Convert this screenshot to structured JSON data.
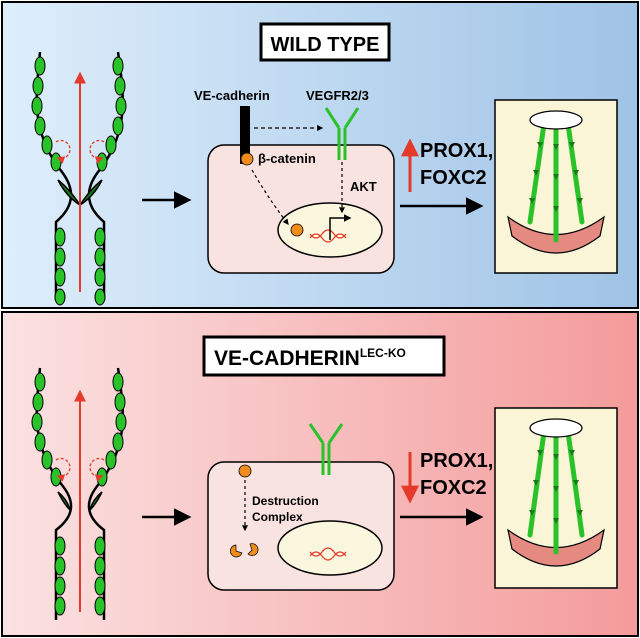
{
  "panels": {
    "top": {
      "title": "WILD TYPE",
      "receptor_label_1": "VE-cadherin",
      "receptor_label_2": "VEGFR2/3",
      "catenin_label": "β-catenin",
      "kinase_label": "AKT",
      "gene_1": "PROX1,",
      "gene_2": "FOXC2",
      "regulation": "up"
    },
    "bottom": {
      "title_main": "VE-CADHERIN",
      "title_sup": "LEC-KO",
      "complex_line_1": "Destruction",
      "complex_line_2": "Complex",
      "gene_1": "PROX1,",
      "gene_2": "FOXC2",
      "regulation": "down"
    }
  },
  "colors": {
    "top_bg_left": "#deeefb",
    "top_bg_right": "#9fc3e6",
    "bottom_bg_left": "#fbe2e2",
    "bottom_bg_right": "#f49b9b",
    "cell_fill": "#f8e3e0",
    "nucleus_fill": "#fbf6de",
    "lec_green": "#29c229",
    "red_arrow": "#e33a2a",
    "orange_catenin": "#f08c1c",
    "valve_box": "#fbf5d8",
    "vessel_pink": "#e48a80"
  }
}
